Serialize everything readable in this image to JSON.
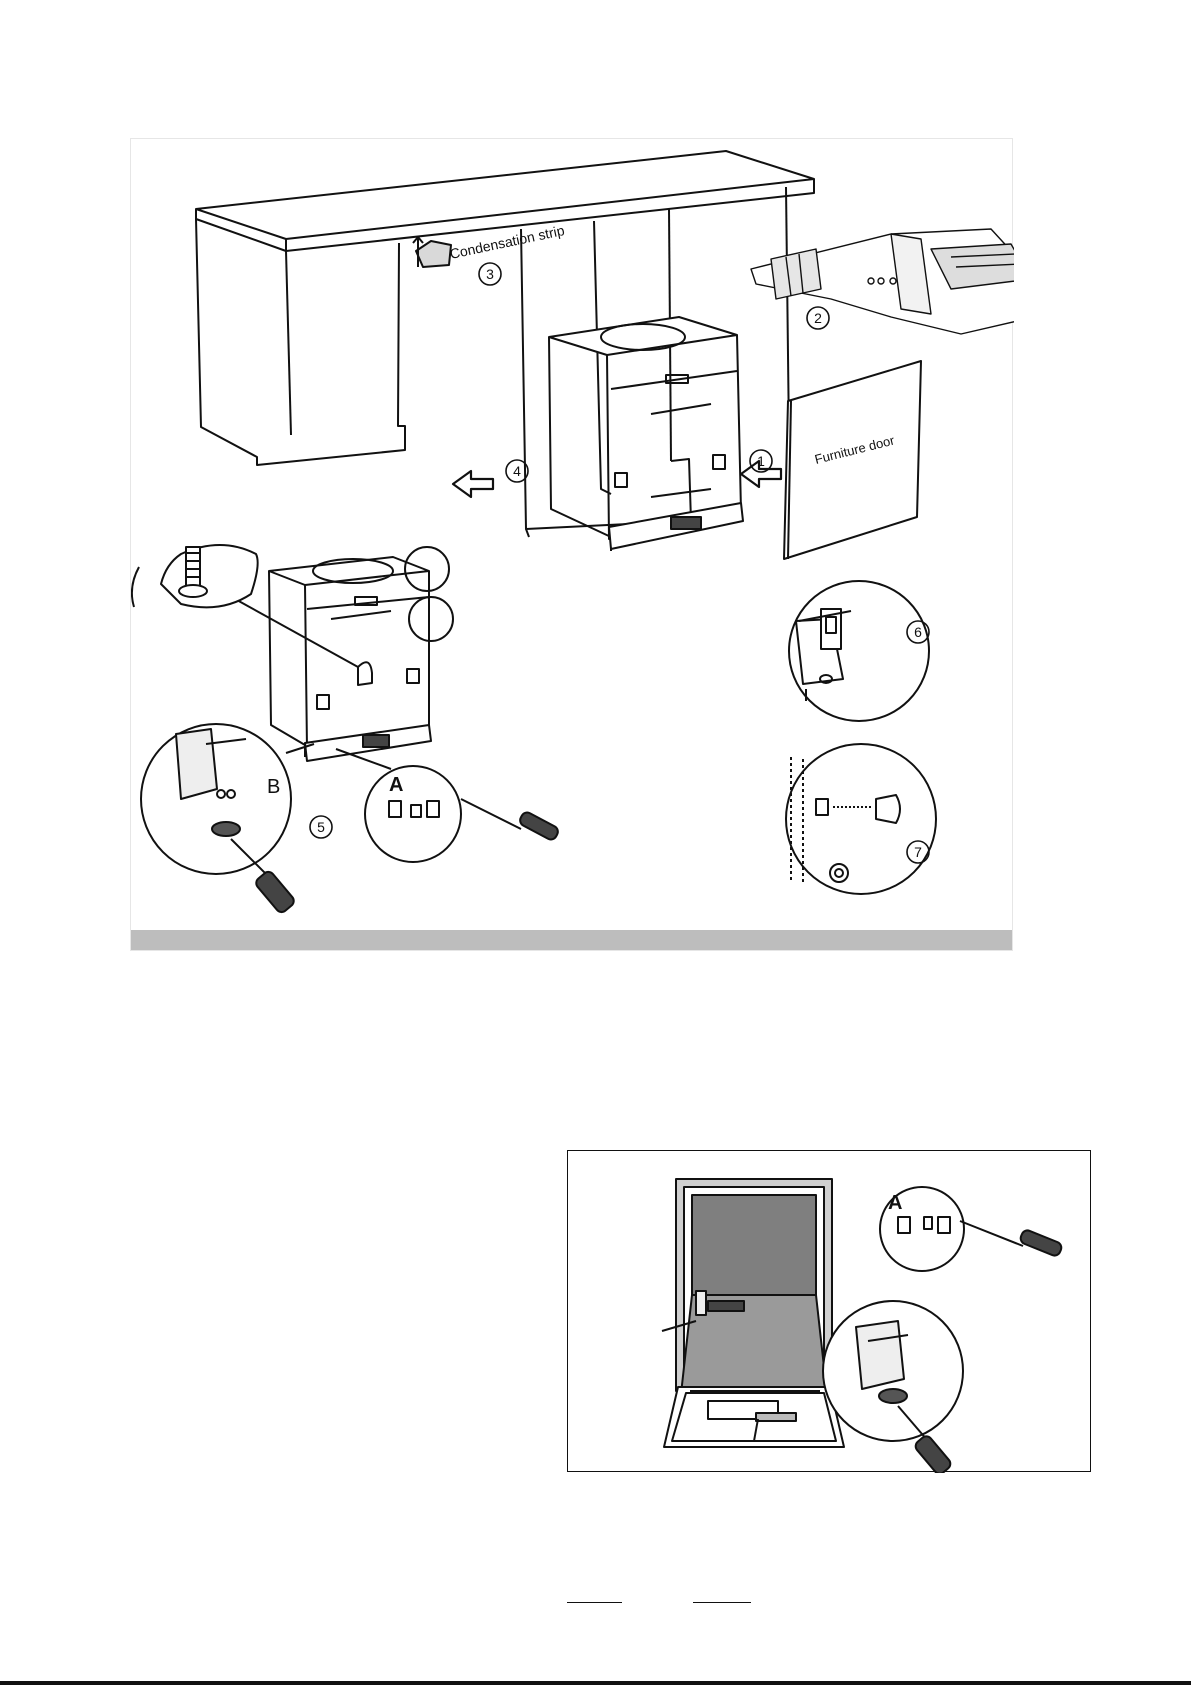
{
  "diagram_top": {
    "labels": {
      "condensation_strip": "Condensation strip",
      "furniture_door": "Furniture door",
      "letter_a": "A",
      "letter_b": "B"
    },
    "steps": [
      "1",
      "2",
      "3",
      "4",
      "5",
      "6",
      "7"
    ]
  },
  "diagram_bottom": {
    "labels": {
      "letter_a": "A"
    }
  },
  "colors": {
    "line": "#111111",
    "bar": "#bdbdbd",
    "cavity": "#7f7f7f",
    "panel_grey": "#cfcfcf"
  }
}
